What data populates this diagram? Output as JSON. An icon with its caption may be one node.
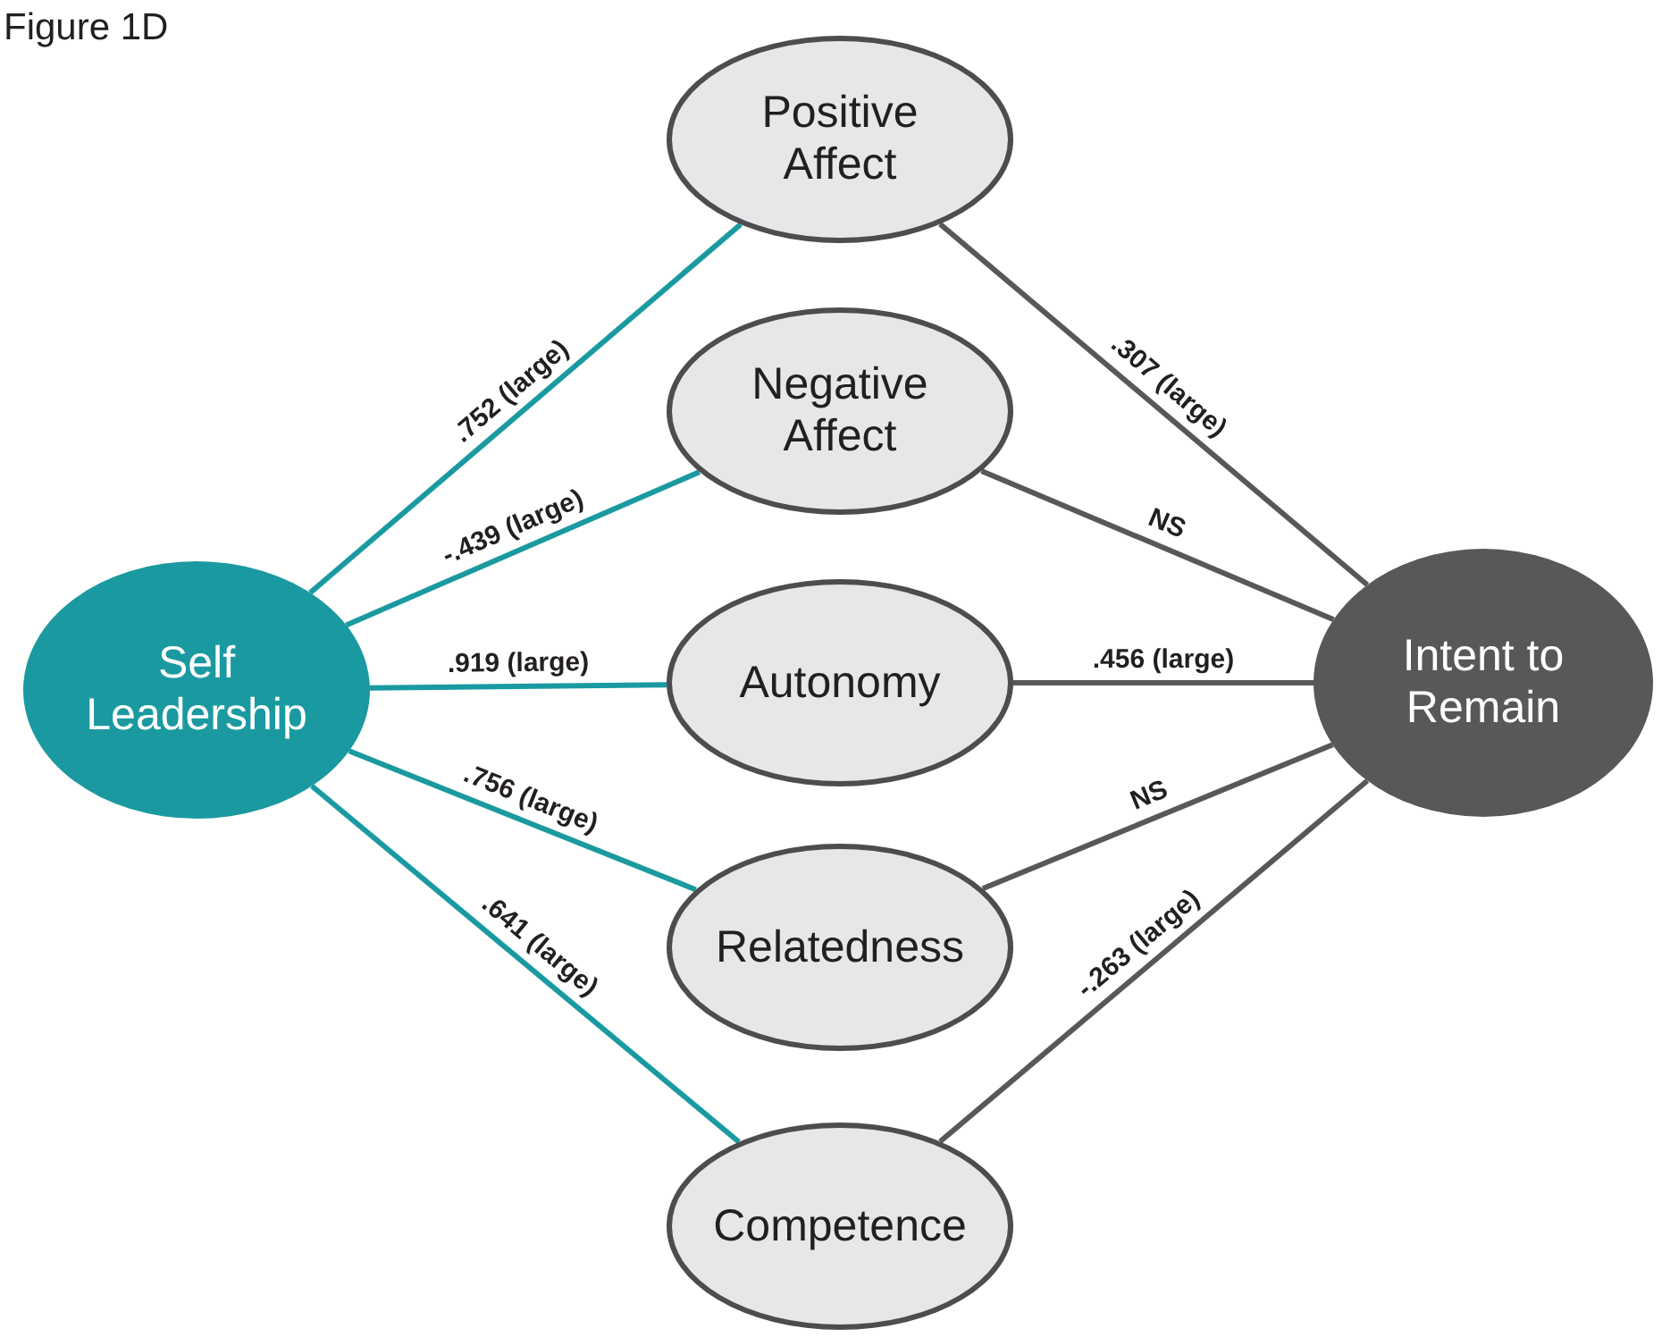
{
  "diagram": {
    "title": "Figure 1D",
    "nodes": [
      {
        "text": [
          "Self Leadership"
        ]
      },
      {
        "text": [
          "Positive Affect"
        ]
      },
      {
        "text": [
          "Negative Affect"
        ]
      },
      {
        "text": [
          "Autonomy"
        ]
      },
      {
        "text": [
          "Relatedness"
        ]
      },
      {
        "text": [
          "Competence"
        ]
      },
      {
        "text": [
          "Intent to Remain"
        ]
      }
    ],
    "edges": [
      {
        "from": 0,
        "to": 1,
        "arrow": "none",
        "label": ".752  (large)",
        "color": "#1a9aa0"
      },
      {
        "from": 0,
        "to": 2,
        "arrow": "none",
        "label": "-.439 (large)",
        "color": "#1a9aa0"
      },
      {
        "from": 0,
        "to": 3,
        "arrow": "none",
        "label": ".919 (large)",
        "color": "#1a9aa0"
      },
      {
        "from": 0,
        "to": 4,
        "arrow": "none",
        "label": ".756 (large)",
        "color": "#1a9aa0"
      },
      {
        "from": 0,
        "to": 5,
        "arrow": "none",
        "label": ".641 (large)",
        "color": "#1a9aa0"
      },
      {
        "from": 1,
        "to": 6,
        "arrow": "none",
        "label": ".307  (large)",
        "color": "#58585a"
      },
      {
        "from": 2,
        "to": 6,
        "arrow": "none",
        "label": "NS",
        "color": "#58585a"
      },
      {
        "from": 3,
        "to": 6,
        "arrow": "none",
        "label": ".456 (large)",
        "color": "#58585a"
      },
      {
        "from": 4,
        "to": 6,
        "arrow": "none",
        "label": "NS",
        "color": "#58585a"
      },
      {
        "from": 5,
        "to": 6,
        "arrow": "none",
        "label": "-.263 (large)",
        "color": "#58585a"
      }
    ]
  }
}
